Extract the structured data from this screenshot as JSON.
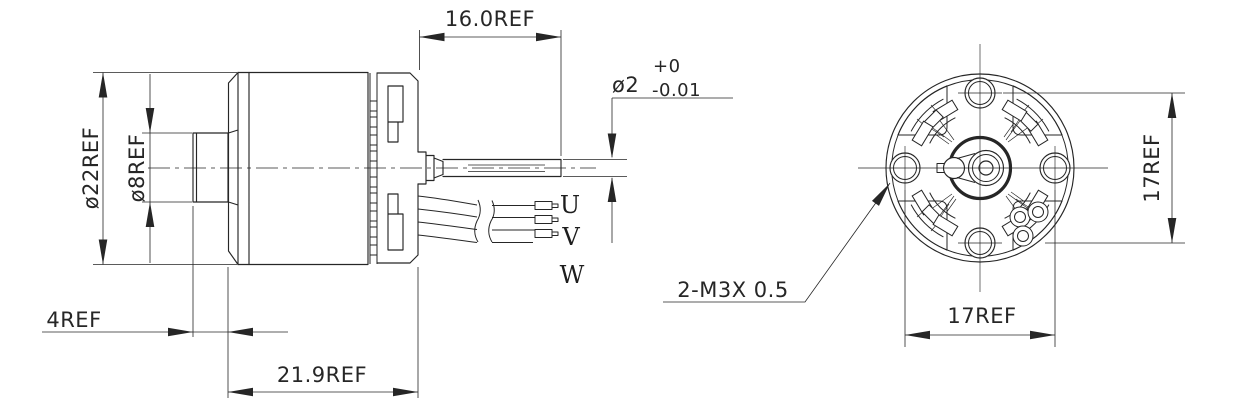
{
  "colors": {
    "line": "#262626",
    "background": "#ffffff"
  },
  "side_view": {
    "dim_body_diameter": "ø22REF",
    "dim_boss_diameter": "ø8REF",
    "dim_boss_length": "4REF",
    "dim_body_length": "21.9REF",
    "dim_shaft_length": "16.0REF",
    "shaft_diameter": {
      "nominal": "ø2",
      "tol_upper": "+0",
      "tol_lower": "-0.01"
    },
    "wire_labels": [
      "U",
      "V",
      "W"
    ]
  },
  "front_view": {
    "dim_hole_spacing_vertical": "17REF",
    "dim_hole_spacing_horizontal": "17REF",
    "mount_hole_callout": "2-M3X 0.5"
  }
}
